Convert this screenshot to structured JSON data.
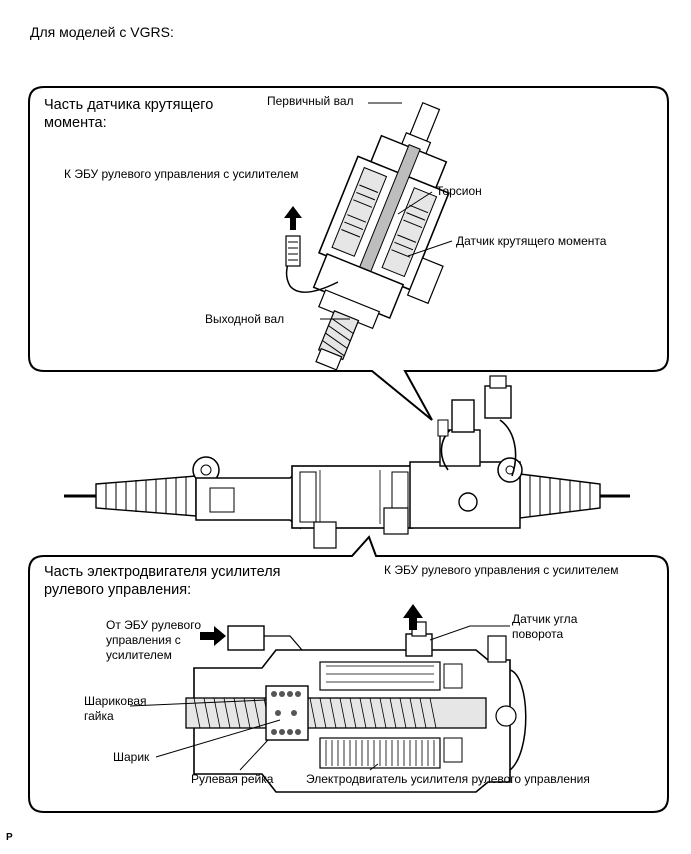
{
  "heading": "Для моделей с VGRS:",
  "footer_mark": "P",
  "torque_panel": {
    "section_title": "Часть датчика крутящего момента:",
    "labels": {
      "input_shaft": "Первичный вал",
      "to_ecu": "К ЭБУ рулевого управления с усилителем",
      "torsion_bar": "Торсион",
      "torque_sensor": "Датчик крутящего момента",
      "output_shaft": "Выходной вал"
    }
  },
  "motor_panel": {
    "section_title": "Часть электродвигателя усилителя рулевого управления:",
    "labels": {
      "to_ecu": "К ЭБУ рулевого управления с усилителем",
      "from_ecu": "От ЭБУ рулевого управления с усилителем",
      "rotation_sensor": "Датчик угла поворота",
      "ball_nut": "Шариковая гайка",
      "ball": "Шарик",
      "steering_rack": "Рулевая рейка",
      "motor": "Электродвигатель усилителя рулевого управления"
    }
  },
  "colors": {
    "line": "#000000",
    "panel_bg": "#ffffff",
    "fill_light": "#e6e6e6",
    "fill_mid": "#bdbdbd",
    "fill_dark": "#555555"
  }
}
